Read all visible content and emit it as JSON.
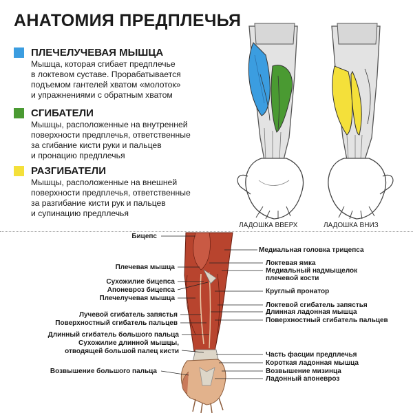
{
  "title": "АНАТОМИЯ ПРЕДПЛЕЧЬЯ",
  "colors": {
    "brachioradialis": "#3b9de0",
    "flexors": "#4a9a32",
    "extensors": "#f4e03a",
    "muscle": "#b8442e",
    "tendon": "#ddd6c8"
  },
  "sections": [
    {
      "heading": "ПЛЕЧЕЛУЧЕВАЯ МЫШЦА",
      "lines": [
        "Мышца, которая сгибает предплечье",
        "в локтевом суставе. Прорабатывается",
        "подъемом гантелей хватом «молоток»",
        "и упражнениями с обратным хватом"
      ]
    },
    {
      "heading": "СГИБАТЕЛИ",
      "lines": [
        "Мышцы, расположенные на внутренней",
        "поверхности предплечья, ответственные",
        "за сгибание кисти руки и пальцев",
        "и пронацию предплечья"
      ]
    },
    {
      "heading": "РАЗГИБАТЕЛИ",
      "lines": [
        "Мышцы, расположенные на внешней",
        "поверхности предплечья, ответственные",
        "за разгибание кисти рук и пальцев",
        "и супинацию предплечья"
      ]
    }
  ],
  "captions": {
    "palm_up": "ЛАДОШКА ВВЕРХ",
    "palm_down": "ЛАДОШКА ВНИЗ"
  },
  "left_labels": [
    "Бицепс",
    "Плечевая мышца",
    "Сухожилие бицепса",
    "Апоневроз бицепса",
    "Плечелучевая мышца",
    "Лучевой сгибатель запястья",
    "Поверхностный сгибатель пальцев",
    "Длинный сгибатель большого пальца",
    "Сухожилие длинной мышцы,",
    "отводящей большой палец кисти",
    "Возвышение большого пальца"
  ],
  "right_labels": [
    "Медиальная головка трицепса",
    "Локтевая ямка",
    "Медиальный надмыщелок",
    "плечевой кости",
    "Круглый пронатор",
    "Локтевой сгибатель запястья",
    "Длинная ладонная мышца",
    "Поверхностный сгибатель пальцев",
    "Часть фасции предплечья",
    "Короткая ладонная мышца",
    "Возвышение мизинца",
    "Ладонный апоневроз"
  ]
}
